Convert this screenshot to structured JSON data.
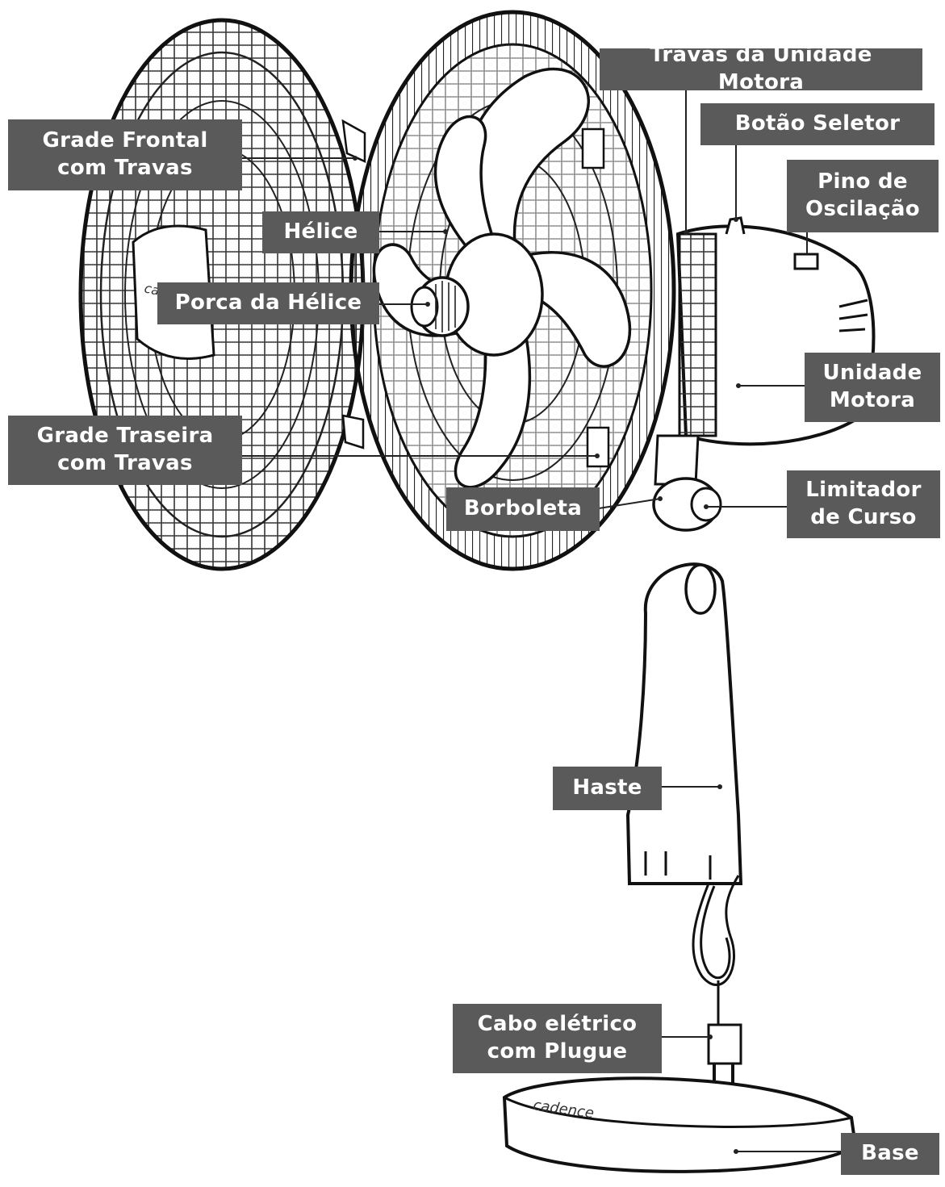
{
  "colors": {
    "label_bg": "#5a5a5a",
    "label_text": "#ffffff",
    "line": "#222222"
  },
  "labels": {
    "travas_unidade_motora": "Travas da Unidade Motora",
    "botao_seletor": "Botão Seletor",
    "pino_oscilacao": "Pino de\nOscilação",
    "grade_frontal": "Grade Frontal\ncom Travas",
    "helice": "Hélice",
    "porca_helice": "Porca da Hélice",
    "unidade_motora": "Unidade\nMotora",
    "grade_traseira": "Grade Traseira\ncom Travas",
    "borboleta": "Borboleta",
    "limitador_curso": "Limitador\nde Curso",
    "haste": "Haste",
    "cabo_eletrico": "Cabo elétrico\ncom Plugue",
    "base": "Base"
  },
  "brand_on_base": "cadence"
}
